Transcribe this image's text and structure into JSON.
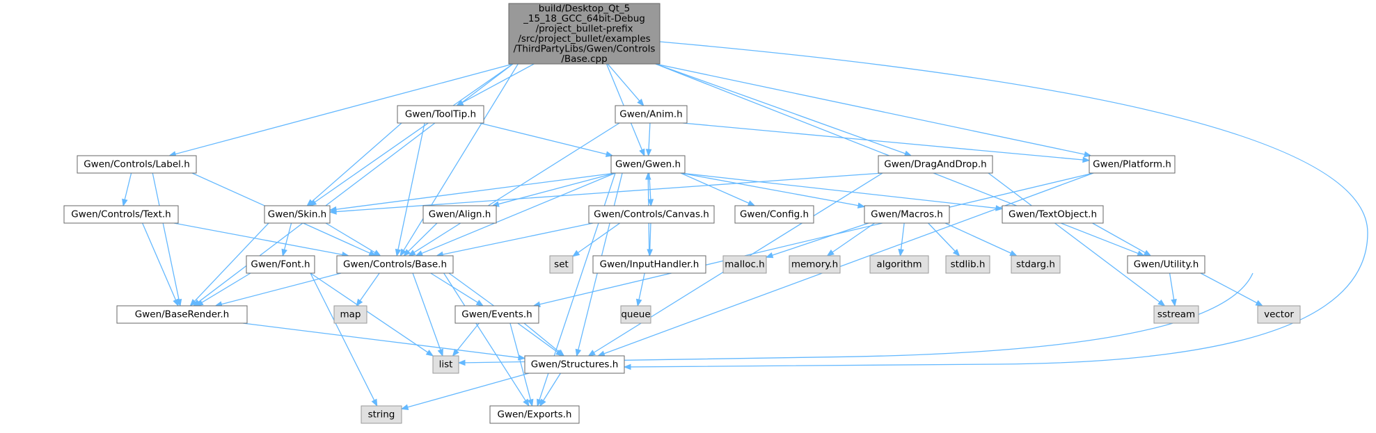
{
  "colors": {
    "root_fill": "#999999",
    "root_stroke": "#666666",
    "header_fill": "#ffffff",
    "header_stroke": "#666666",
    "system_fill": "#e0e0e0",
    "system_stroke": "#999999",
    "edge": "#63b8ff"
  },
  "nodes": [
    {
      "id": "root",
      "kind": "root",
      "lines": [
        "build/Desktop_Qt_5",
        "_15_18_GCC_64bit-Debug",
        "/project_bullet-prefix",
        "/src/project_bullet/examples",
        "/ThirdPartyLibs/Gwen/Controls",
        "/Base.cpp"
      ]
    },
    {
      "id": "tooltip",
      "kind": "header",
      "lines": [
        "Gwen/ToolTip.h"
      ]
    },
    {
      "id": "anim",
      "kind": "header",
      "lines": [
        "Gwen/Anim.h"
      ]
    },
    {
      "id": "label",
      "kind": "header",
      "lines": [
        "Gwen/Controls/Label.h"
      ]
    },
    {
      "id": "gwen",
      "kind": "header",
      "lines": [
        "Gwen/Gwen.h"
      ]
    },
    {
      "id": "dnd",
      "kind": "header",
      "lines": [
        "Gwen/DragAndDrop.h"
      ]
    },
    {
      "id": "platform",
      "kind": "header",
      "lines": [
        "Gwen/Platform.h"
      ]
    },
    {
      "id": "text",
      "kind": "header",
      "lines": [
        "Gwen/Controls/Text.h"
      ]
    },
    {
      "id": "skin",
      "kind": "header",
      "lines": [
        "Gwen/Skin.h"
      ]
    },
    {
      "id": "align",
      "kind": "header",
      "lines": [
        "Gwen/Align.h"
      ]
    },
    {
      "id": "canvas",
      "kind": "header",
      "lines": [
        "Gwen/Controls/Canvas.h"
      ]
    },
    {
      "id": "config",
      "kind": "header",
      "lines": [
        "Gwen/Config.h"
      ]
    },
    {
      "id": "macros",
      "kind": "header",
      "lines": [
        "Gwen/Macros.h"
      ]
    },
    {
      "id": "textobject",
      "kind": "header",
      "lines": [
        "Gwen/TextObject.h"
      ]
    },
    {
      "id": "font",
      "kind": "header",
      "lines": [
        "Gwen/Font.h"
      ]
    },
    {
      "id": "base",
      "kind": "header",
      "lines": [
        "Gwen/Controls/Base.h"
      ]
    },
    {
      "id": "set",
      "kind": "system",
      "lines": [
        "set"
      ]
    },
    {
      "id": "inputhandler",
      "kind": "header",
      "lines": [
        "Gwen/InputHandler.h"
      ]
    },
    {
      "id": "malloc",
      "kind": "system",
      "lines": [
        "malloc.h"
      ]
    },
    {
      "id": "memory",
      "kind": "system",
      "lines": [
        "memory.h"
      ]
    },
    {
      "id": "algorithm",
      "kind": "system",
      "lines": [
        "algorithm"
      ]
    },
    {
      "id": "stdlib",
      "kind": "system",
      "lines": [
        "stdlib.h"
      ]
    },
    {
      "id": "stdarg",
      "kind": "system",
      "lines": [
        "stdarg.h"
      ]
    },
    {
      "id": "utility",
      "kind": "header",
      "lines": [
        "Gwen/Utility.h"
      ]
    },
    {
      "id": "baserender",
      "kind": "header",
      "lines": [
        "Gwen/BaseRender.h"
      ]
    },
    {
      "id": "map",
      "kind": "system",
      "lines": [
        "map"
      ]
    },
    {
      "id": "events",
      "kind": "header",
      "lines": [
        "Gwen/Events.h"
      ]
    },
    {
      "id": "queue",
      "kind": "system",
      "lines": [
        "queue"
      ]
    },
    {
      "id": "sstream",
      "kind": "system",
      "lines": [
        "sstream"
      ]
    },
    {
      "id": "vector",
      "kind": "system",
      "lines": [
        "vector"
      ]
    },
    {
      "id": "list",
      "kind": "system",
      "lines": [
        "list"
      ]
    },
    {
      "id": "structures",
      "kind": "header",
      "lines": [
        "Gwen/Structures.h"
      ]
    },
    {
      "id": "string",
      "kind": "system",
      "lines": [
        "string"
      ]
    },
    {
      "id": "exports",
      "kind": "header",
      "lines": [
        "Gwen/Exports.h"
      ]
    }
  ],
  "edges": [
    [
      "root",
      "tooltip"
    ],
    [
      "root",
      "anim"
    ],
    [
      "root",
      "label"
    ],
    [
      "root",
      "gwen"
    ],
    [
      "root",
      "dnd"
    ],
    [
      "root",
      "platform"
    ],
    [
      "root",
      "skin"
    ],
    [
      "root",
      "base"
    ],
    [
      "root",
      "baserender"
    ],
    [
      "root",
      "utility"
    ],
    [
      "root",
      "structures"
    ],
    [
      "tooltip",
      "gwen"
    ],
    [
      "tooltip",
      "skin"
    ],
    [
      "tooltip",
      "base"
    ],
    [
      "anim",
      "gwen"
    ],
    [
      "anim",
      "base"
    ],
    [
      "anim",
      "platform"
    ],
    [
      "label",
      "text"
    ],
    [
      "label",
      "base"
    ],
    [
      "label",
      "baserender"
    ],
    [
      "text",
      "base"
    ],
    [
      "text",
      "baserender"
    ],
    [
      "gwen",
      "skin"
    ],
    [
      "gwen",
      "align"
    ],
    [
      "gwen",
      "canvas"
    ],
    [
      "gwen",
      "config"
    ],
    [
      "gwen",
      "macros"
    ],
    [
      "gwen",
      "textobject"
    ],
    [
      "gwen",
      "base"
    ],
    [
      "gwen",
      "structures"
    ],
    [
      "gwen",
      "exports"
    ],
    [
      "dnd",
      "skin"
    ],
    [
      "dnd",
      "structures"
    ],
    [
      "dnd",
      "sstream"
    ],
    [
      "platform",
      "events"
    ],
    [
      "platform",
      "structures"
    ],
    [
      "skin",
      "font"
    ],
    [
      "skin",
      "base"
    ],
    [
      "skin",
      "baserender"
    ],
    [
      "align",
      "base"
    ],
    [
      "canvas",
      "base"
    ],
    [
      "canvas",
      "set"
    ],
    [
      "canvas",
      "inputhandler"
    ],
    [
      "macros",
      "malloc"
    ],
    [
      "macros",
      "memory"
    ],
    [
      "macros",
      "algorithm"
    ],
    [
      "macros",
      "stdlib"
    ],
    [
      "macros",
      "stdarg"
    ],
    [
      "textobject",
      "utility"
    ],
    [
      "font",
      "baserender"
    ],
    [
      "font",
      "list"
    ],
    [
      "font",
      "string"
    ],
    [
      "base",
      "baserender"
    ],
    [
      "base",
      "map"
    ],
    [
      "base",
      "events"
    ],
    [
      "base",
      "list"
    ],
    [
      "base",
      "structures"
    ],
    [
      "base",
      "exports"
    ],
    [
      "inputhandler",
      "gwen"
    ],
    [
      "inputhandler",
      "queue"
    ],
    [
      "utility",
      "sstream"
    ],
    [
      "utility",
      "vector"
    ],
    [
      "utility",
      "list"
    ],
    [
      "baserender",
      "structures"
    ],
    [
      "events",
      "list"
    ],
    [
      "events",
      "structures"
    ],
    [
      "events",
      "exports"
    ],
    [
      "structures",
      "string"
    ],
    [
      "structures",
      "exports"
    ]
  ]
}
